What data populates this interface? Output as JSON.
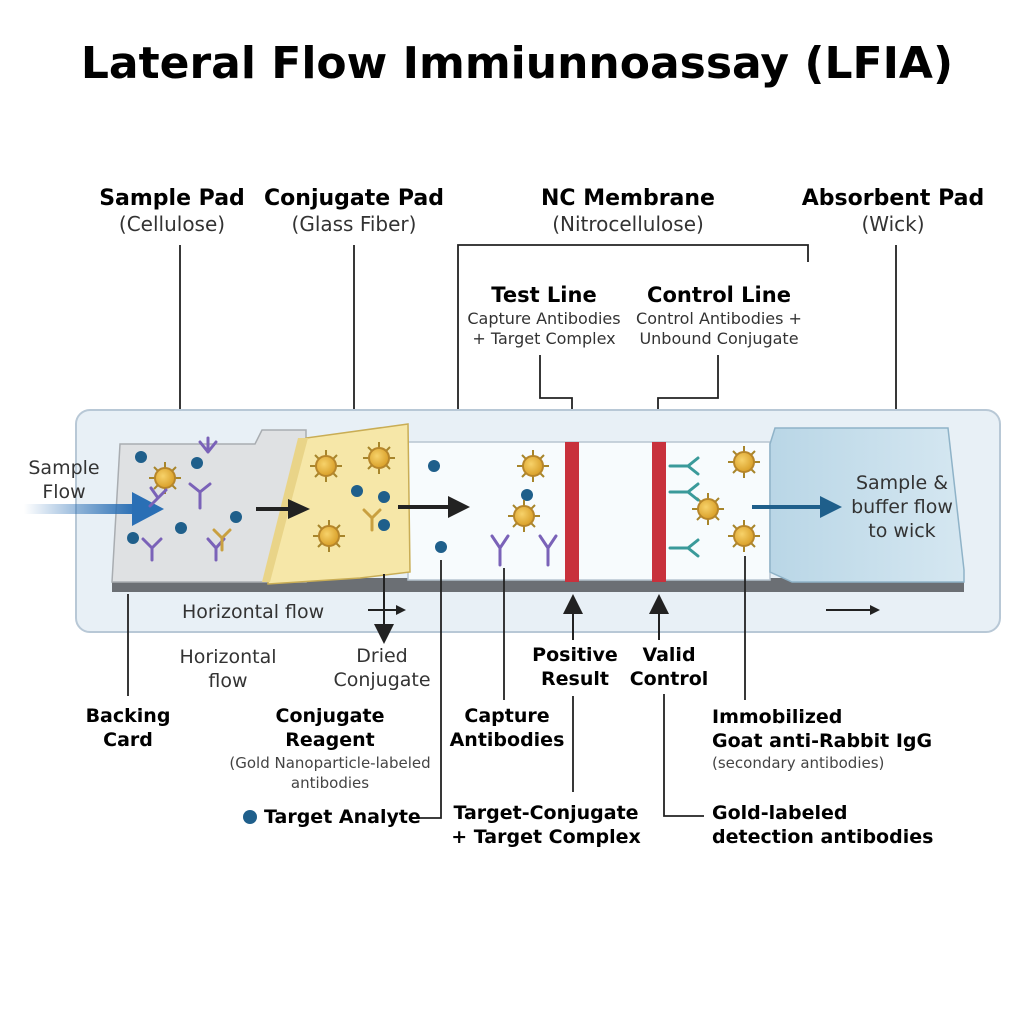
{
  "title": "Lateral Flow Immiunnoassay (LFIA)",
  "pads": {
    "sample_pad": {
      "name": "Sample Pad",
      "material": "(Cellulose)"
    },
    "conjugate_pad": {
      "name": "Conjugate Pad",
      "material": "(Glass Fiber)"
    },
    "nc_membrane": {
      "name": "NC Membrane",
      "material": "(Nitrocellulose)"
    },
    "absorbent_pad": {
      "name": "Absorbent Pad",
      "material": "(Wick)"
    }
  },
  "lines": {
    "test_line": {
      "name": "Test Line",
      "desc1": "Capture Antibodies",
      "desc2": "+ Target Complex"
    },
    "control_line": {
      "name": "Control Line",
      "desc1": "Control Antibodies +",
      "desc2": "Unbound Conjugate"
    }
  },
  "strip_text": {
    "sample_flow_1": "Sample",
    "sample_flow_2": "Flow",
    "wick_1": "Sample &",
    "wick_2": "buffer flow",
    "wick_3": "to wick",
    "horizontal_flow_strip": "Horizontal flow"
  },
  "bottom_labels": {
    "horizontal_flow_1": "Horizontal",
    "horizontal_flow_2": "flow",
    "dried_conjugate_1": "Dried",
    "dried_conjugate_2": "Conjugate",
    "positive_result_1": "Positive",
    "positive_result_2": "Result",
    "valid_control_1": "Valid",
    "valid_control_2": "Control",
    "backing_card_1": "Backing",
    "backing_card_2": "Card",
    "conjugate_reagent_1": "Conjugate",
    "conjugate_reagent_2": "Reagent",
    "conjugate_reagent_note_1": "(Gold Nanoparticle-labeled",
    "conjugate_reagent_note_2": "antibodies",
    "capture_antibodies_1": "Capture",
    "capture_antibodies_2": "Antibodies",
    "immobilized_1": "Immobilized",
    "immobilized_2": "Goat anti-Rabbit IgG",
    "immobilized_note": "(secondary antibodies)",
    "target_analyte": "Target Analyte",
    "target_complex_1": "Target-Conjugate",
    "target_complex_2": "+ Target Complex",
    "gold_labeled_1": "Gold-labeled",
    "gold_labeled_2": "detection antibodies"
  },
  "colors": {
    "analyte": "#1f5f8b",
    "gold": "#e7b53a",
    "line_red": "#c8313c",
    "flow_arrow": "#2a6fb5",
    "antibody_purple": "#7a62b8",
    "antibody_teal": "#3a9a9a"
  }
}
